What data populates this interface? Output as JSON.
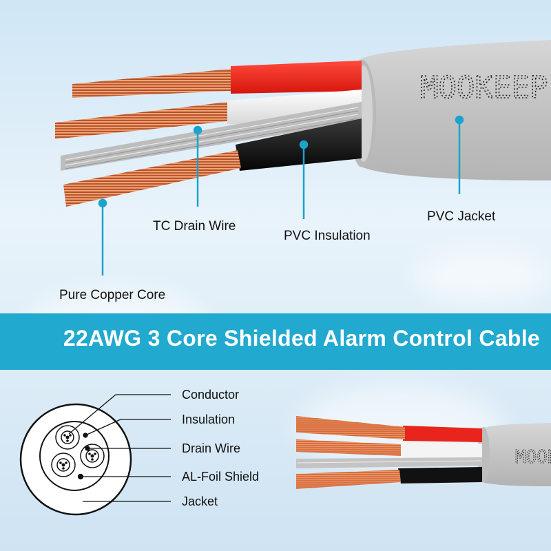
{
  "top_section": {
    "brand_print": "MOOKEEP",
    "callouts": {
      "copper": "Pure Copper Core",
      "drain": "TC Drain Wire",
      "insulation": "PVC Insulation",
      "jacket": "PVC Jacket"
    }
  },
  "banner": {
    "title": "22AWG 3 Core Shielded Alarm Control Cable"
  },
  "bottom_section": {
    "brand_print": "MOOKEEP",
    "cross_section_labels": [
      "Conductor",
      "Insulation",
      "Drain Wire",
      "AL-Foil Shield",
      "Jacket"
    ]
  },
  "colors": {
    "accent": "#21a9cf",
    "jacket": "#c9c9c9",
    "red_wire": "#e8241c",
    "black_wire": "#151515",
    "copper": "#d9733f"
  }
}
